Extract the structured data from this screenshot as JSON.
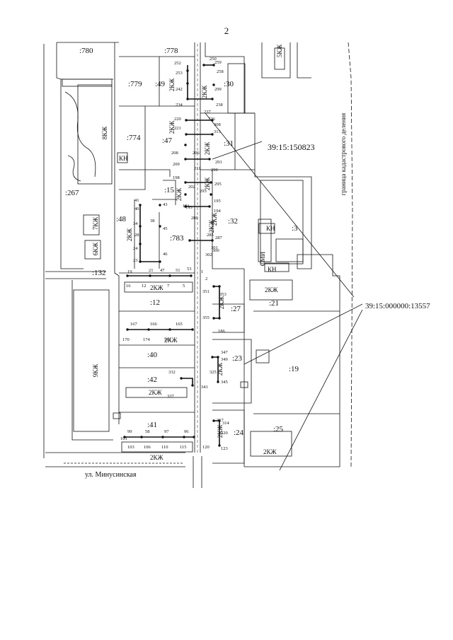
{
  "page_number": "2",
  "parcels": [
    {
      "text": ":780"
    },
    {
      "text": ":778"
    },
    {
      "text": ":779"
    },
    {
      "text": ":49"
    },
    {
      "text": ":30"
    },
    {
      "text": ":774"
    },
    {
      "text": ":47"
    },
    {
      "text": ":31"
    },
    {
      "text": ":267"
    },
    {
      "text": ":15"
    },
    {
      "text": ":48"
    },
    {
      "text": ":783"
    },
    {
      "text": ":32"
    },
    {
      "text": ":3"
    },
    {
      "text": ":132"
    },
    {
      "text": ":12"
    },
    {
      "text": ":27"
    },
    {
      "text": ":21"
    },
    {
      "text": ":40"
    },
    {
      "text": ":23"
    },
    {
      "text": ":19"
    },
    {
      "text": ":42"
    },
    {
      "text": ":41"
    },
    {
      "text": ":24"
    },
    {
      "text": ":25"
    }
  ],
  "buildings": [
    {
      "text": "8КЖ"
    },
    {
      "text": "КН"
    },
    {
      "text": "7КЖ"
    },
    {
      "text": "6КЖ"
    },
    {
      "text": "9КЖ"
    },
    {
      "text": "5КЖ"
    },
    {
      "text": "2КЖ"
    },
    {
      "text": "КН"
    },
    {
      "text": "СМИ"
    },
    {
      "text": "КН"
    },
    {
      "text": "2КЖ"
    },
    {
      "text": "2КЖ"
    },
    {
      "text": "2КЖ"
    },
    {
      "text": "2КЖ"
    },
    {
      "text": "2КЖ"
    },
    {
      "text": "2КЖ"
    },
    {
      "text": "2КЖ"
    },
    {
      "text": "2КЖ"
    },
    {
      "text": "2КЖ"
    },
    {
      "text": "2КЖ"
    },
    {
      "text": "2КЖ"
    },
    {
      "text": "2КЖ"
    },
    {
      "text": "2КЖ"
    },
    {
      "text": "2КЖ"
    },
    {
      "text": "2КЖ"
    },
    {
      "text": "2КЖ"
    },
    {
      "text": "2КЖ"
    }
  ],
  "points": [
    {
      "text": "250"
    },
    {
      "text": "252"
    },
    {
      "text": "259"
    },
    {
      "text": "253"
    },
    {
      "text": "258"
    },
    {
      "text": "242"
    },
    {
      "text": "299"
    },
    {
      "text": "234"
    },
    {
      "text": "238"
    },
    {
      "text": "237"
    },
    {
      "text": "220"
    },
    {
      "text": "226"
    },
    {
      "text": "221"
    },
    {
      "text": "308"
    },
    {
      "text": "313"
    },
    {
      "text": "208"
    },
    {
      "text": "206"
    },
    {
      "text": "209"
    },
    {
      "text": "211"
    },
    {
      "text": "291"
    },
    {
      "text": "290"
    },
    {
      "text": "198"
    },
    {
      "text": "202"
    },
    {
      "text": "295"
    },
    {
      "text": "293"
    },
    {
      "text": "195"
    },
    {
      "text": "193"
    },
    {
      "text": "194"
    },
    {
      "text": "191"
    },
    {
      "text": "280"
    },
    {
      "text": "287"
    },
    {
      "text": "285"
    },
    {
      "text": "301"
    },
    {
      "text": "300"
    },
    {
      "text": "302"
    },
    {
      "text": "41"
    },
    {
      "text": "40"
    },
    {
      "text": "43"
    },
    {
      "text": "38"
    },
    {
      "text": "34"
    },
    {
      "text": "45"
    },
    {
      "text": "28"
    },
    {
      "text": "24"
    },
    {
      "text": "23"
    },
    {
      "text": "46"
    },
    {
      "text": "19"
    },
    {
      "text": "21"
    },
    {
      "text": "47"
    },
    {
      "text": "51"
    },
    {
      "text": "53"
    },
    {
      "text": "16"
    },
    {
      "text": "12"
    },
    {
      "text": "7"
    },
    {
      "text": "5"
    },
    {
      "text": "1"
    },
    {
      "text": "2"
    },
    {
      "text": "351"
    },
    {
      "text": "353"
    },
    {
      "text": "355"
    },
    {
      "text": "167"
    },
    {
      "text": "166"
    },
    {
      "text": "165"
    },
    {
      "text": "170"
    },
    {
      "text": "174"
    },
    {
      "text": "183"
    },
    {
      "text": "186"
    },
    {
      "text": "347"
    },
    {
      "text": "349"
    },
    {
      "text": "332"
    },
    {
      "text": "325"
    },
    {
      "text": "345"
    },
    {
      "text": "341"
    },
    {
      "text": "337"
    },
    {
      "text": "317"
    },
    {
      "text": "314"
    },
    {
      "text": "99"
    },
    {
      "text": "58"
    },
    {
      "text": "97"
    },
    {
      "text": "96"
    },
    {
      "text": "320"
    },
    {
      "text": "101"
    },
    {
      "text": "103"
    },
    {
      "text": "106"
    },
    {
      "text": "110"
    },
    {
      "text": "115"
    },
    {
      "text": "120"
    },
    {
      "text": "123"
    }
  ],
  "callouts": [
    {
      "text": "39:15:150823"
    },
    {
      "text": "39:15:000000:13557"
    }
  ],
  "street": "ул. Минусинская",
  "boundary_label": "граница кадастрового деления"
}
